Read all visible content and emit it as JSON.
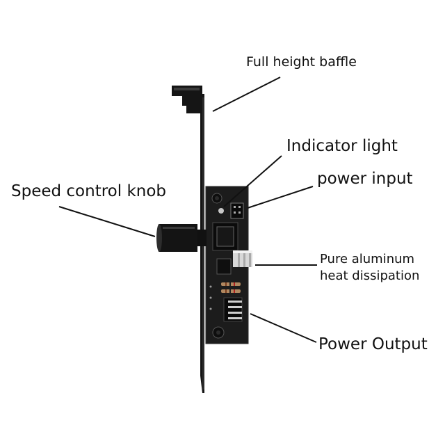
{
  "labels": {
    "full_height_baffle": "Full height baffle",
    "indicator_light": "Indicator light",
    "power_input": "power input",
    "speed_control_knob": "Speed control knob",
    "pure_aluminum_line1": "Pure aluminum",
    "pure_aluminum_line2": "heat dissipation",
    "power_output": "Power Output"
  },
  "colors": {
    "background": "#ffffff",
    "bracket": "#151515",
    "pcb": "#1c1c1c",
    "leader_line": "#111111",
    "heatsink": "#d8d8d8",
    "led": "#c8c8c8"
  }
}
